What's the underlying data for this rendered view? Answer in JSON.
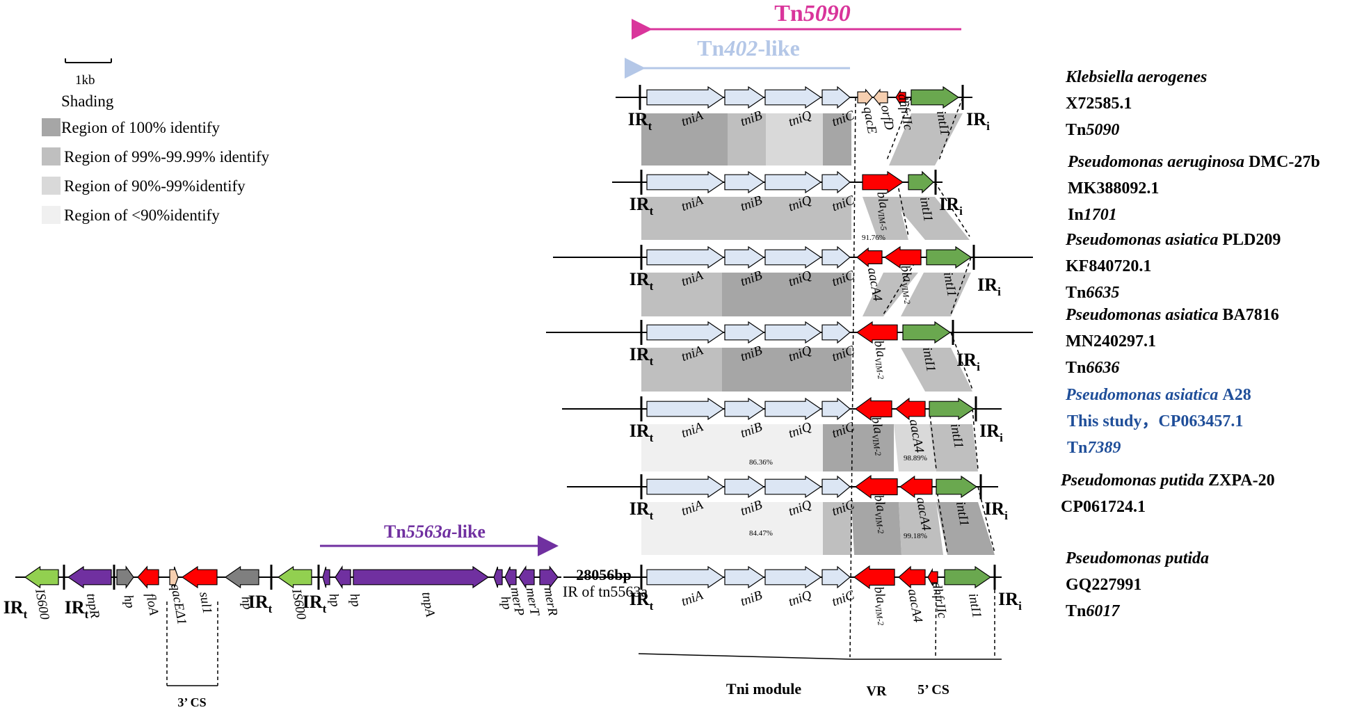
{
  "colors": {
    "tni": "#dce6f4",
    "intI": "#6aa84f",
    "bla": "#ff0000",
    "cream": "#f6cfb0",
    "purple": "#7030a0",
    "grayGene": "#7f7f7f",
    "lightGreen": "#92d050",
    "shade100": "#a6a6a6",
    "shade99": "#bfbfbf",
    "shade90": "#d9d9d9",
    "shade_lt90": "#f0f0f0",
    "tn5090": "#d9359b",
    "tn402": "#b4c7e7",
    "tn5563": "#7030a0",
    "study": "#1f4e99"
  },
  "transposons": {
    "tn5090": {
      "prefix": "Tn",
      "num": "5090"
    },
    "tn402": {
      "prefix": "Tn",
      "num": "402",
      "suffix": "-like"
    },
    "tn5563": {
      "prefix": "Tn",
      "num": "5563a",
      "suffix": "-like"
    }
  },
  "legend": {
    "scale": "1kb",
    "title": "Shading",
    "items": [
      "Region of 100% identify",
      "Region of 99%-99.99% identify",
      "Region of 90%-99%identify",
      "Region of <90%identify"
    ]
  },
  "ir": {
    "main": "IR",
    "t": "t",
    "i": "i"
  },
  "rows": [
    {
      "species": "Klebsiella aerogenes",
      "strain": "",
      "accession": "X72585.1",
      "tn_prefix": "Tn",
      "tn_num": "5090"
    },
    {
      "species": "Pseudomonas aeruginosa",
      "strain": "DMC-27b",
      "accession": "MK388092.1",
      "tn_prefix": "In",
      "tn_num": "1701"
    },
    {
      "species": "Pseudomonas asiatica",
      "strain": "PLD209",
      "accession": "KF840720.1",
      "tn_prefix": "Tn",
      "tn_num": "6635"
    },
    {
      "species": "Pseudomonas asiatica",
      "strain": "BA7816",
      "accession": "MN240297.1",
      "tn_prefix": "Tn",
      "tn_num": "6636"
    },
    {
      "species": "Pseudomonas asiatica",
      "strain": "A28",
      "accession": "This study，CP063457.1",
      "tn_prefix": "Tn",
      "tn_num": "7389"
    },
    {
      "species": "Pseudomonas putida",
      "strain": "ZXPA-20",
      "accession": "CP061724.1",
      "tn_prefix": "",
      "tn_num": ""
    },
    {
      "species": "Pseudomonas putida",
      "strain": "",
      "accession": "GQ227991",
      "tn_prefix": "Tn",
      "tn_num": "6017"
    }
  ],
  "genes": {
    "tniA": "tniA",
    "tniB": "tniB",
    "tniQ": "tniQ",
    "tniC": "tniC",
    "qacE": "qacE",
    "orfD": "orfD",
    "dhfrIIc": "dhfrIIc",
    "intI1": "intI1",
    "bla": "bla",
    "vim5": "VIM-5",
    "vim2": "VIM-2",
    "aacA4": "aacA4"
  },
  "percents": {
    "p1": "91.76%",
    "p2": "86.36%",
    "p3": "98.89%",
    "p4": "84.47%",
    "p5": "99.18%"
  },
  "bottom": {
    "genes": [
      "IS600",
      "tnpR",
      "hp",
      "floA",
      "qacEΔ1",
      "sul1",
      "hp",
      "IS600",
      "hp",
      "hp",
      "tnpA",
      "hp",
      "merP",
      "merT",
      "merR"
    ],
    "gap": "28056bp",
    "ir_of": "IR of tn5563a",
    "cs3": "3’ CS"
  },
  "modules": {
    "tni": "Tni module",
    "vr": "VR",
    "cs5": "5’ CS"
  }
}
